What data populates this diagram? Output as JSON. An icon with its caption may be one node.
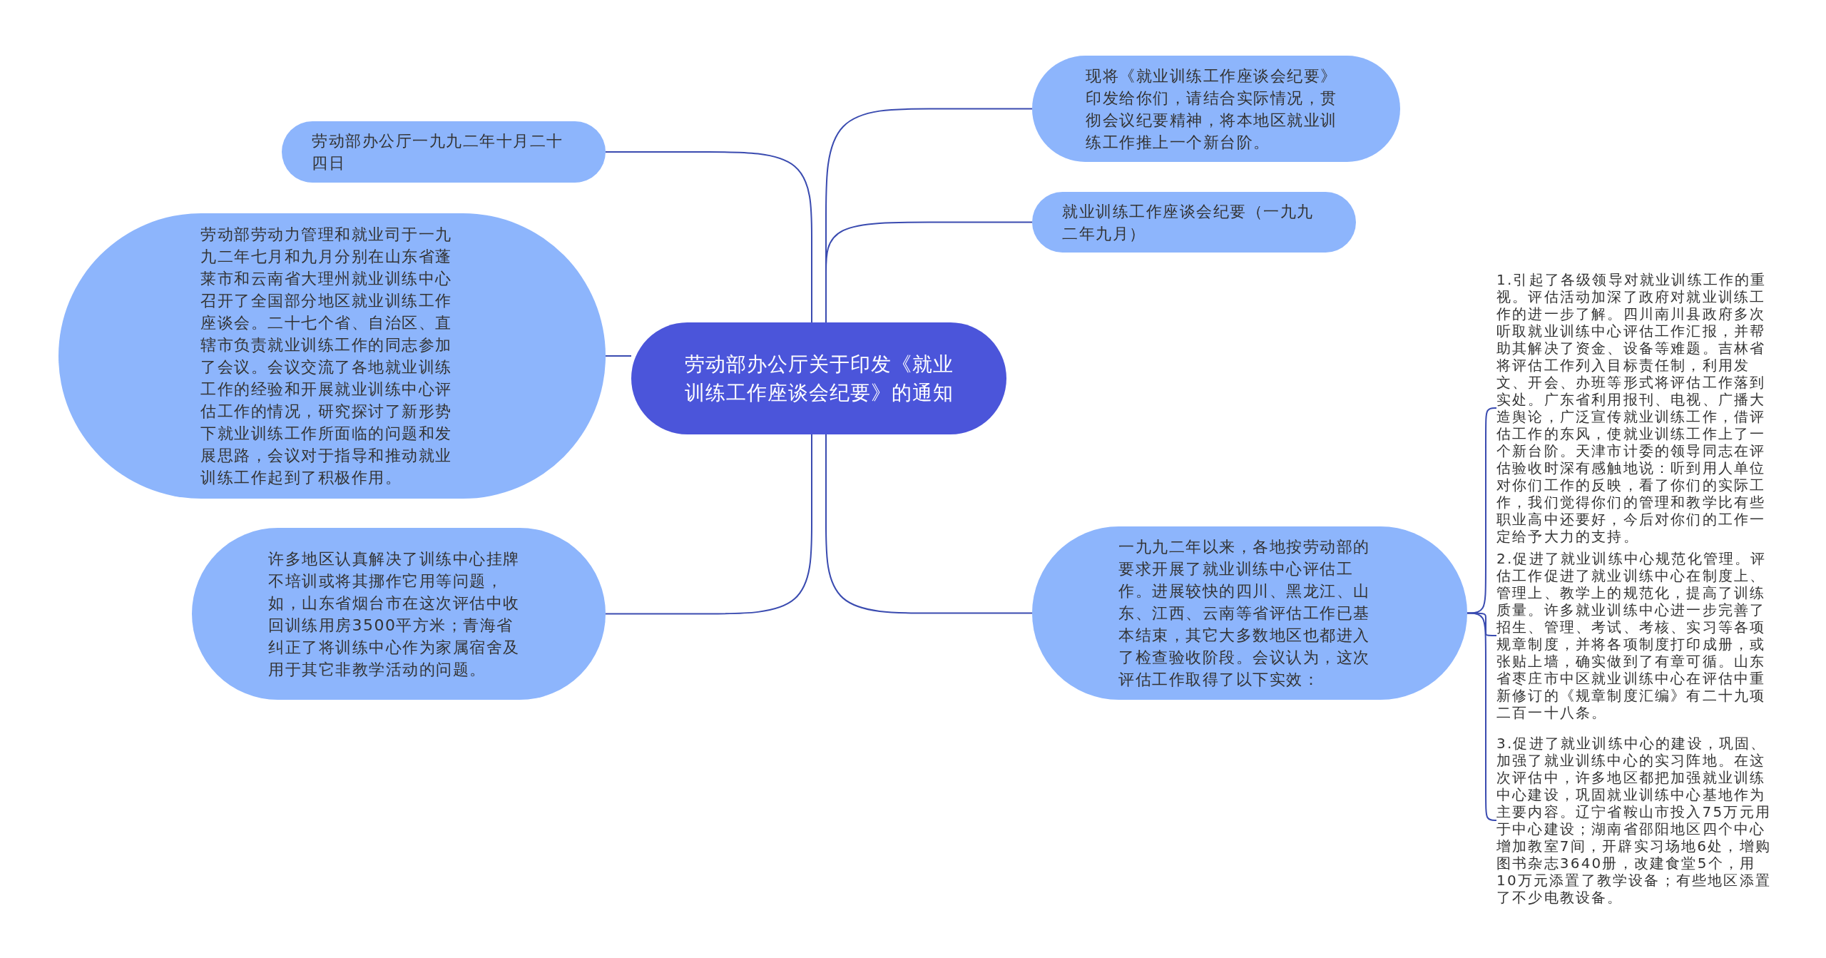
{
  "diagram": {
    "nodes": [
      {
        "text": [
          "劳动部办公厅关于印发《就业训练工作座谈会纪要》的通知"
        ]
      },
      {
        "text": [
          "劳动部办公厅一九九二年十月二十四日"
        ]
      },
      {
        "text": [
          "劳动部劳动力管理和就业司于一九九二年七月和九月分别在山东省蓬莱市和云南省大理州就业训练中心召开了全国部分地区就业训练工作座谈会。二十七个省、自治区、直辖市负责就业训练工作的同志参加了会议。会议交流了各地就业训练工作的经验和开展就业训练中心评估工作的情况，研究探讨了新形势下就业训练工作所面临的问题和发展思路，会议对于指导和推动就业训练工作起到了积极作用。"
        ]
      },
      {
        "text": [
          "许多地区认真解决了训练中心挂牌不培训或将其挪作它用等问题，如，山东省烟台市在这次评估中收回训练用房3500平方米；青海省纠正了将训练中心作为家属宿舍及用于其它非教学活动的问题。"
        ]
      },
      {
        "text": [
          "现将《就业训练工作座谈会纪要》印发给你们，请结合实际情况，贯彻会议纪要精神，将本地区就业训练工作推上一个新台阶。"
        ]
      },
      {
        "text": [
          "就业训练工作座谈会纪要（一九九二年九月）"
        ]
      },
      {
        "text": [
          "一九九二年以来，各地按劳动部的要求开展了就业训练中心评估工作。进展较快的四川、黑龙江、山东、江西、云南等省评估工作已基本结束，其它大多数地区也都进入了检查验收阶段。会议认为，这次评估工作取得了以下实效："
        ]
      },
      {
        "text": [
          "1.引起了各级领导对就业训练工作的重视。评估活动加深了政府对就业训练工作的进一步了解。四川南川县政府多次听取就业训练中心评估工作汇报，并帮助其解决了资金、设备等难题。吉林省将评估工作列入目标责任制，利用发文、开会、办班等形式将评估工作落到实处。广东省利用报刊、电视、广播大造舆论，广泛宣传就业训练工作，借评估工作的东风，使就业训练工作上了一个新台阶。天津市计委的领导同志在评估验收时深有感触地说：听到用人单位对你们工作的反映，看了你们的实际工作，我们觉得你们的管理和教学比有些职业高中还要好，今后对你们的工作一定给予大力的支持。"
        ]
      },
      {
        "text": [
          "2.促进了就业训练中心规范化管理。评估工作促进了就业训练中心在制度上、管理上、教学上的规范化，提高了训练质量。许多就业训练中心进一步完善了招生、管理、考试、考核、实习等各项规章制度，并将各项制度打印成册，或张贴上墙，确实做到了有章可循。山东省枣庄市中区就业训练中心在评估中重新修订的《规章制度汇编》有二十九项二百一十八条。"
        ]
      },
      {
        "text": [
          "3.促进了就业训练中心的建设，巩固、加强了就业训练中心的实习阵地。在这次评估中，许多地区都把加强就业训练中心建设，巩固就业训练中心基地作为主要内容。辽宁省鞍山市投入75万元用于中心建设；湖南省邵阳地区四个中心增加教室7间，开辟实习场地6处，增购图书杂志3640册，改建食堂5个，用10万元添置了教学设备；有些地区添置了不少电教设备。"
        ]
      }
    ],
    "edges": [
      {
        "from": 0,
        "to": 1,
        "arrow": "none"
      },
      {
        "from": 0,
        "to": 2,
        "arrow": "none"
      },
      {
        "from": 0,
        "to": 3,
        "arrow": "none"
      },
      {
        "from": 0,
        "to": 4,
        "arrow": "none"
      },
      {
        "from": 0,
        "to": 5,
        "arrow": "none"
      },
      {
        "from": 0,
        "to": 6,
        "arrow": "none"
      },
      {
        "from": 6,
        "to": 7,
        "arrow": "none"
      },
      {
        "from": 6,
        "to": 8,
        "arrow": "none"
      },
      {
        "from": 6,
        "to": 9,
        "arrow": "none"
      }
    ]
  }
}
